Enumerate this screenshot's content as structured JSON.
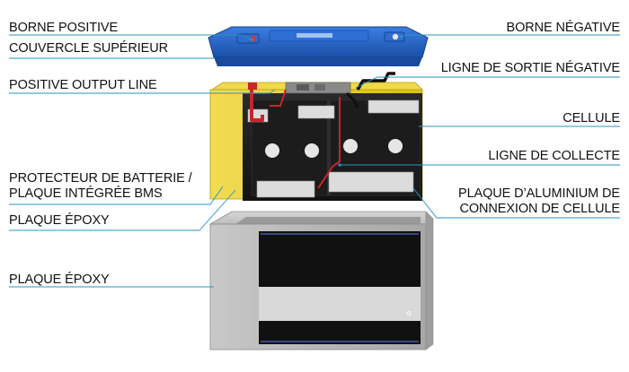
{
  "labels": {
    "borne_positive": "BORNE POSITIVE",
    "couvercle": "COUVERCLE SUPÉRIEUR",
    "positive_output": "POSITIVE OUTPUT LINE",
    "protecteur_1": "PROTECTEUR DE BATTERIE /",
    "protecteur_2": "PLAQUE INTÉGRÉE BMS",
    "plaque_epoxy_1": "PLAQUE ÉPOXY",
    "plaque_epoxy_2": "PLAQUE ÉPOXY",
    "borne_negative": "BORNE NÉGATIVE",
    "ligne_sortie_negative": "LIGNE DE SORTIE NÉGATIVE",
    "cellule": "CELLULE",
    "ligne_collecte": "LIGNE DE COLLECTE",
    "plaque_alu_1": "PLAQUE D’ALUMINIUM DE",
    "plaque_alu_2": "CONNEXION DE CELLULE"
  },
  "colors": {
    "leader": "#2a93c4",
    "lid_blue": "#1f5fc0",
    "tray_yellow": "#e8cf3a",
    "cell_black": "#1a1a1a",
    "terminal_red": "#c8242a",
    "aluminum": "#d9d9d9",
    "case_gray": "#b9b9b9"
  }
}
